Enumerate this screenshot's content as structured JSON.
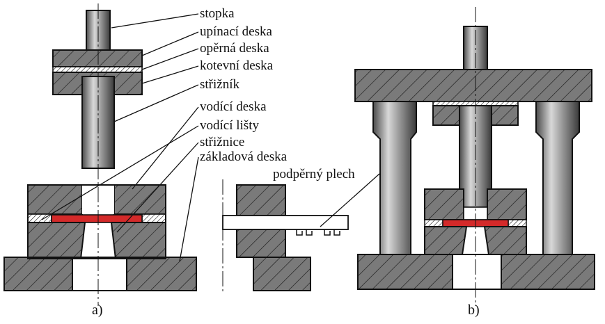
{
  "labels": {
    "stopka": "stopka",
    "upinaci_deska": "upínací deska",
    "operna_deska": "opěrná deska",
    "kotevni_deska": "kotevní deska",
    "striznik": "střižník",
    "vodici_deska": "vodící deska",
    "vodici_listy": "vodící lišty",
    "striznice": "střižnice",
    "zakladova_deska": "základová deska",
    "podperny_plech": "podpěrný plech"
  },
  "captions": {
    "a": "a)",
    "b": "b)"
  },
  "colors": {
    "part_fill": "#7a7a7a",
    "hatch": "#1a1a1a",
    "strip": "#d42a2a",
    "background": "#ffffff"
  }
}
